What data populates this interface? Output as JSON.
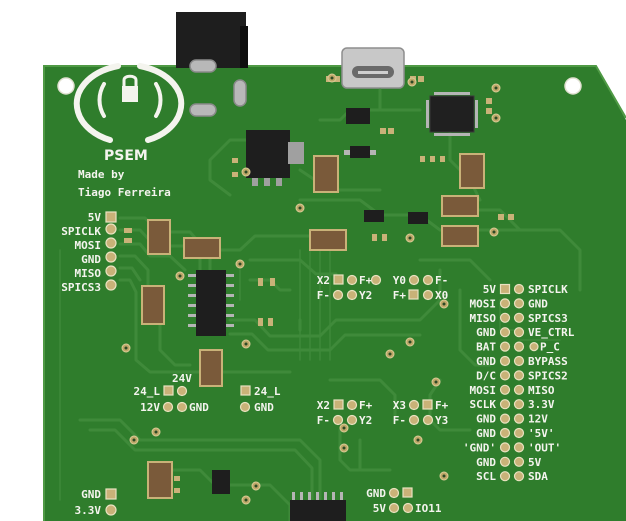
{
  "board": {
    "colors": {
      "mask": "#2f7d2c",
      "maskDark": "#256b23",
      "trace": "#3f8a3a",
      "silk": "#f4f4ee",
      "pad": "#c9b278",
      "background": "#ffffff"
    },
    "title": "PSEM",
    "credit_line1": "Made by",
    "credit_line2": "Tiago Ferreira"
  },
  "left_header": [
    "5V",
    "SPICLK",
    "MOSI",
    "GND",
    "MISO",
    "SPICS3"
  ],
  "mid_connectors": {
    "x2_top": {
      "l1": "X2",
      "r1": "F+",
      "l2": "F-",
      "r2": "Y2"
    },
    "y0_top": {
      "l1": "Y0",
      "r1": "F-",
      "l2": "F+",
      "r2": "X0"
    },
    "x2_bot": {
      "l1": "X2",
      "r1": "F+",
      "l2": "F-",
      "r2": "Y2"
    },
    "x3_bot": {
      "l1": "X3",
      "r1": "F+",
      "l2": "F-",
      "r2": "Y3"
    }
  },
  "power_labels": {
    "v24": "24V",
    "v24l_a": "24_L",
    "v12": "12V",
    "gnd_a": "GND",
    "v24l_b": "24_L",
    "gnd_b": "GND"
  },
  "right_header_left": [
    "5V",
    "MOSI",
    "MISO",
    "GND",
    "BAT",
    "GND",
    "D/C",
    "MOSI",
    "SCLK",
    "GND",
    "GND",
    "'GND'",
    "GND",
    "SCL"
  ],
  "right_header_right": [
    "SPICLK",
    "GND",
    "SPICS3",
    "VE_CTRL",
    "P_C",
    "BYPASS",
    "SPICS2",
    "MISO",
    "3.3V",
    "12V",
    "'5V'",
    "'OUT'",
    "5V",
    "SDA"
  ],
  "bottom_left": [
    "GND",
    "3.3V"
  ],
  "bottom_mid": {
    "gnd": "GND",
    "v5": "5V",
    "io": "IO11"
  }
}
